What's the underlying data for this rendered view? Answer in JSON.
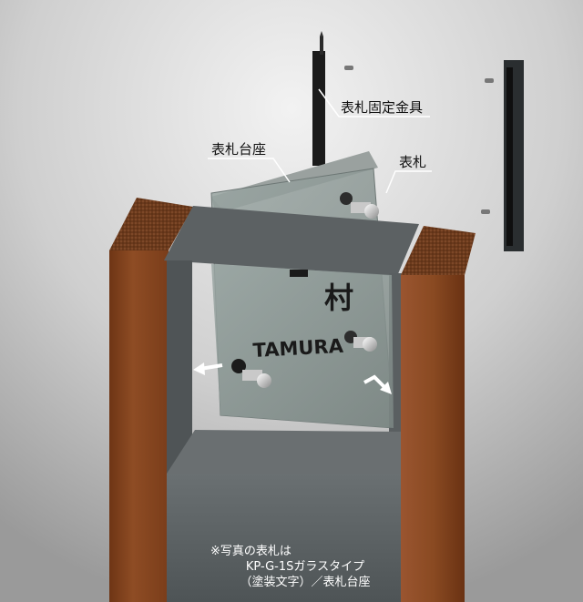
{
  "labels": {
    "fixing_bracket": "表札固定金具",
    "base": "表札台座",
    "nameplate": "表札"
  },
  "sign": {
    "kanji": "村",
    "name": "TAMURA"
  },
  "note": {
    "line1": "※写真の表札は",
    "line2": "KP-G-1Sガラスタイプ",
    "line3": "（塗装文字）／表札台座"
  },
  "colors": {
    "background_top": "#f2f2f2",
    "background_bottom": "#9a9a9a",
    "wood": "#8a4a22",
    "metal": "#5f6466",
    "glass": "#8f9a97"
  }
}
